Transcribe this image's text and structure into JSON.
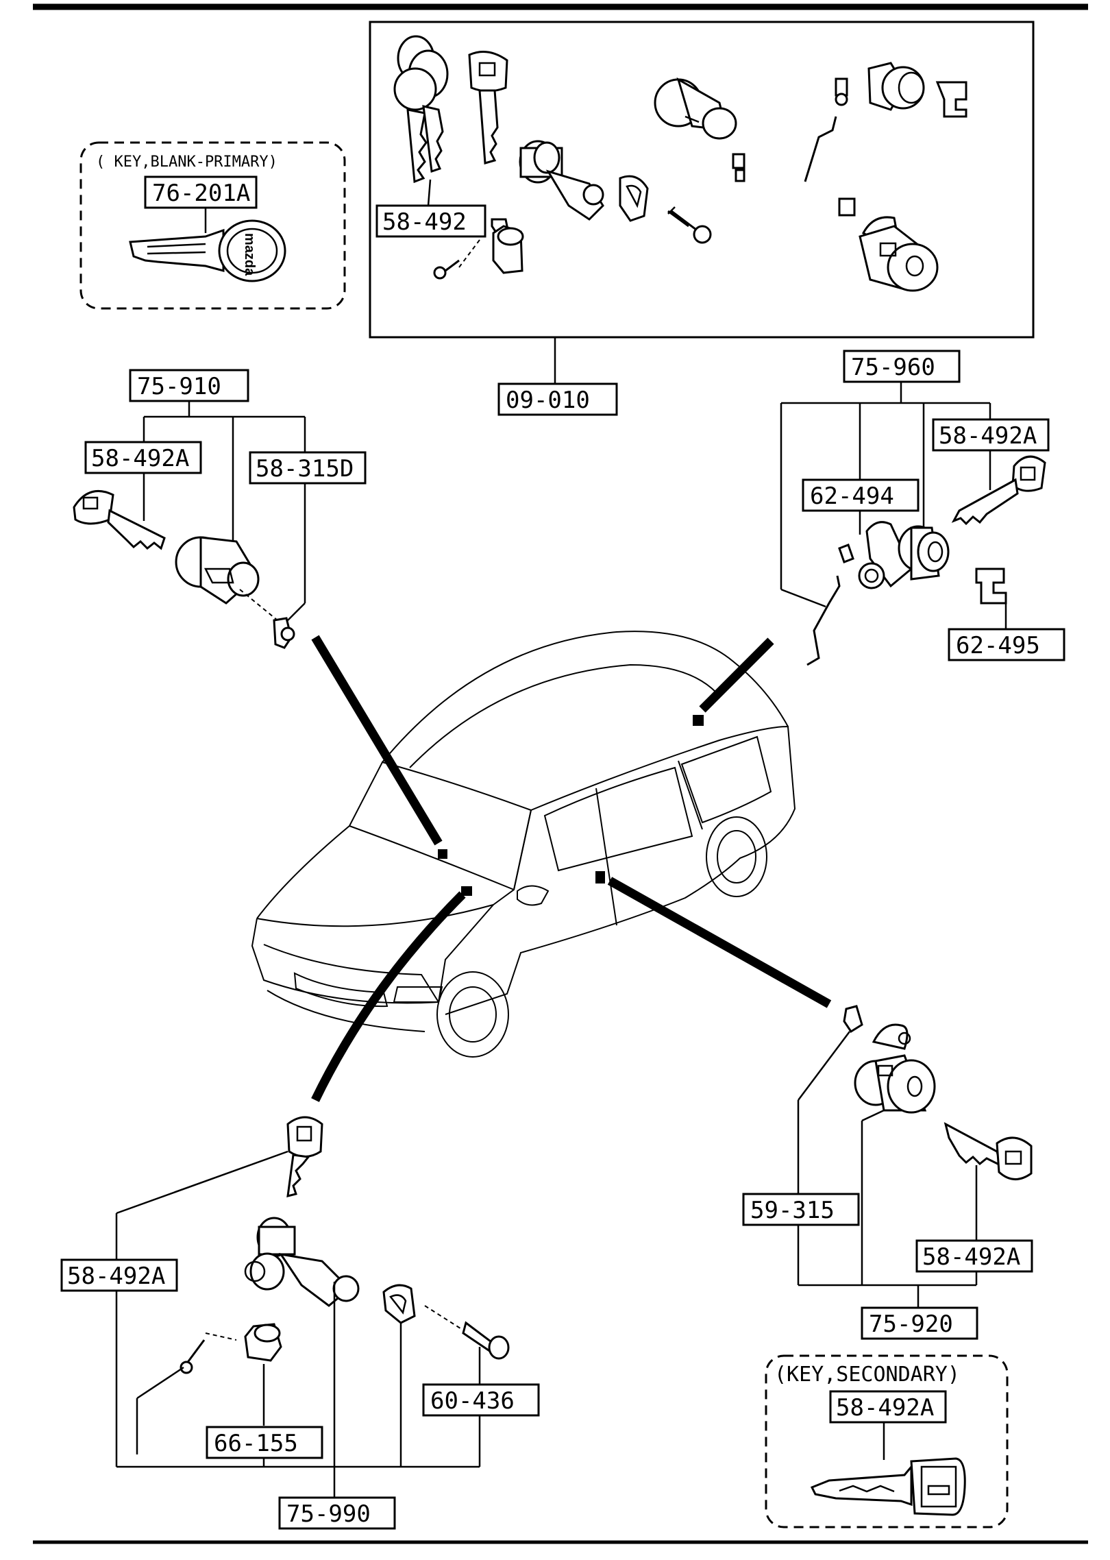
{
  "callouts": {
    "c76_201A": "76-201A",
    "c58_492_top": "58-492",
    "c09_010": "09-010",
    "c75_910": "75-910",
    "c58_492A_left": "58-492A",
    "c58_315D": "58-315D",
    "c75_960": "75-960",
    "c58_492A_right": "58-492A",
    "c62_494": "62-494",
    "c62_495": "62-495",
    "c59_315": "59-315",
    "c58_492A_rr": "58-492A",
    "c75_920": "75-920",
    "c58_492A_sec": "58-492A",
    "c58_492A_bl": "58-492A",
    "c60_436": "60-436",
    "c66_155": "66-155",
    "c75_990": "75-990"
  },
  "captions": {
    "key_blank_primary": "( KEY,BLANK-PRIMARY)",
    "key_secondary": "(KEY,SECONDARY)"
  },
  "key_brand": "mazda",
  "icons": [
    "key-icon",
    "lock-cylinder-icon",
    "ignition-switch-icon",
    "lock-rod-icon",
    "clip-icon",
    "screw-icon",
    "vehicle-minivan-icon"
  ]
}
